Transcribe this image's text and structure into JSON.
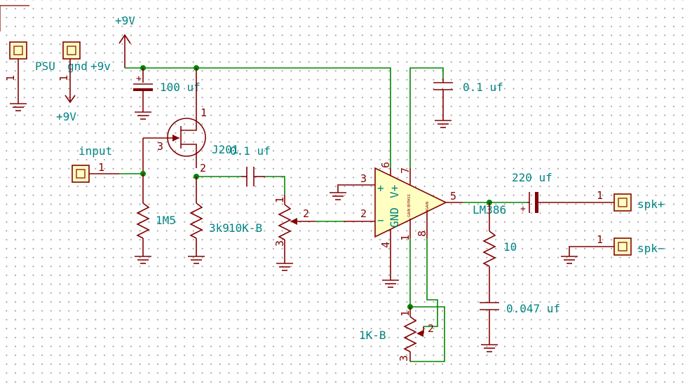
{
  "power": {
    "plus9v_top": "+9V",
    "plus9v_left": "+9V"
  },
  "connectors": {
    "psu": {
      "ref": "PSU",
      "pin1": "1",
      "net_label": "gnd"
    },
    "plus9v_conn": {
      "ref": "+9v",
      "pin1": "1"
    },
    "input": {
      "ref": "input",
      "pin1": "1"
    },
    "spk_plus": {
      "ref": "spk+",
      "pin1": "1"
    },
    "spk_minus": {
      "ref": "spk−",
      "pin1": "1"
    }
  },
  "components": {
    "c_100uf": "100 uf",
    "c_01uf_top": "0.1 uf",
    "jfet": {
      "ref": "J201",
      "pin1": "1",
      "pin2": "2",
      "pin3": "3"
    },
    "c_01uf_mid": "0.1 uf",
    "r_1m5": "1M5",
    "r_3k9": "3k9",
    "pot_10k": {
      "value": "10K-B",
      "pin1": "1",
      "pin2": "2",
      "pin3": "3"
    },
    "amp": {
      "ref": "LM386",
      "gnd": "GND",
      "vplus": "V+",
      "plus": "+",
      "minus": "−",
      "gain_bypass": "GAIN BYPASS",
      "gain": "GAIN",
      "pin1": "1",
      "pin2": "2",
      "pin3": "3",
      "pin4": "4",
      "pin5": "5",
      "pin6": "6",
      "pin7": "7",
      "pin8": "8"
    },
    "c_220uf": "220 uf",
    "c_220uf_polarity": "+",
    "r_10": "10",
    "c_0047uf": "0.047 uf",
    "pot_1k": {
      "value": "1K-B",
      "pin1": "1",
      "pin2": "2",
      "pin3": "3"
    }
  }
}
